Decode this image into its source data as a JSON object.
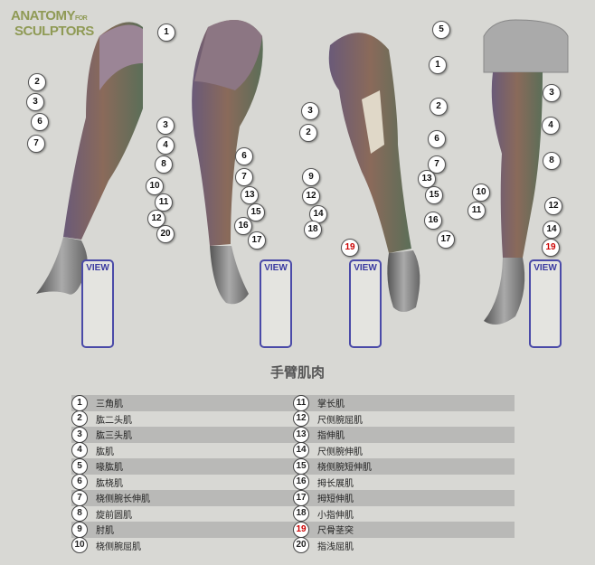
{
  "logo": {
    "line1": "ANATOMY",
    "for": "FOR",
    "line2": "SCULPTORS"
  },
  "title": "手臂肌肉",
  "view_label": "VIEW",
  "accent_red": "#c00000",
  "callouts": [
    [
      "1",
      "2",
      "3",
      "6",
      "7",
      "8",
      "10",
      "11",
      "12",
      "20"
    ],
    [
      "3",
      "4",
      "2",
      "6",
      "7",
      "13",
      "15",
      "16",
      "17"
    ],
    [
      "1",
      "3",
      "2",
      "6",
      "7",
      "9",
      "13",
      "12",
      "15",
      "14",
      "16",
      "18",
      "17",
      "19"
    ],
    [
      "5",
      "3",
      "4",
      "8",
      "10",
      "11",
      "12",
      "14",
      "19"
    ]
  ],
  "legend": [
    {
      "n": "1",
      "name": "三角肌"
    },
    {
      "n": "2",
      "name": "肱二头肌"
    },
    {
      "n": "3",
      "name": "肱三头肌"
    },
    {
      "n": "4",
      "name": "肱肌"
    },
    {
      "n": "5",
      "name": "喙肱肌"
    },
    {
      "n": "6",
      "name": "肱桡肌"
    },
    {
      "n": "7",
      "name": "桡侧腕长伸肌"
    },
    {
      "n": "8",
      "name": "旋前圆肌"
    },
    {
      "n": "9",
      "name": "肘肌"
    },
    {
      "n": "10",
      "name": "桡侧腕屈肌"
    },
    {
      "n": "11",
      "name": "掌长肌"
    },
    {
      "n": "12",
      "name": "尺侧腕屈肌"
    },
    {
      "n": "13",
      "name": "指伸肌"
    },
    {
      "n": "14",
      "name": "尺侧腕伸肌"
    },
    {
      "n": "15",
      "name": "桡侧腕短伸肌"
    },
    {
      "n": "16",
      "name": "拇长展肌"
    },
    {
      "n": "17",
      "name": "拇短伸肌"
    },
    {
      "n": "18",
      "name": "小指伸肌"
    },
    {
      "n": "19",
      "name": "尺骨茎突"
    },
    {
      "n": "20",
      "name": "指浅屈肌"
    }
  ]
}
